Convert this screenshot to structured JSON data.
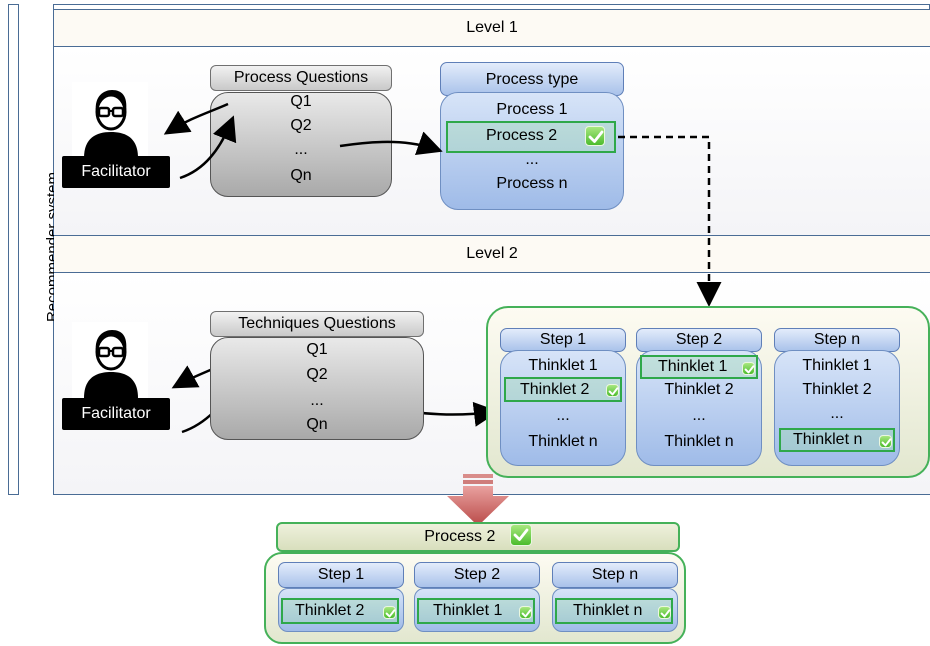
{
  "recommender": {
    "label": "Recommender system"
  },
  "level1": {
    "title": "Level 1",
    "facilitator": "Facilitator",
    "questions_title": "Process Questions",
    "questions": [
      "Q1",
      "Q2",
      "...",
      "Qn"
    ],
    "process_type_title": "Process type",
    "processes": [
      "Process 1",
      "Process 2",
      "...",
      "Process n"
    ],
    "selected_process_index": 1
  },
  "level2": {
    "title": "Level 2",
    "facilitator": "Facilitator",
    "questions_title": "Techniques Questions",
    "questions": [
      "Q1",
      "Q2",
      "...",
      "Qn"
    ],
    "steps": [
      {
        "title": "Step 1",
        "thinklets": [
          "Thinklet 1",
          "Thinklet 2",
          "...",
          "Thinklet n"
        ],
        "selected_index": 1
      },
      {
        "title": "Step 2",
        "thinklets": [
          "Thinklet 1",
          "Thinklet 2",
          "...",
          "Thinklet n"
        ],
        "selected_index": 0
      },
      {
        "title": "Step n",
        "thinklets": [
          "Thinklet 1",
          "Thinklet 2",
          "...",
          "Thinklet n"
        ],
        "selected_index": 3
      }
    ]
  },
  "result": {
    "process_title": "Process 2",
    "steps": [
      {
        "title": "Step 1",
        "thinklet": "Thinklet 2"
      },
      {
        "title": "Step 2",
        "thinklet": "Thinklet 1"
      },
      {
        "title": "Step n",
        "thinklet": "Thinklet n"
      }
    ]
  },
  "colors": {
    "frame": "#4a6c95",
    "selection_green": "#2fa84a",
    "panel_green": "#45b159",
    "arrow_red": "#b94a48"
  },
  "icons": [
    "person-icon",
    "check-icon",
    "arrow-icon",
    "down-arrow-icon"
  ]
}
